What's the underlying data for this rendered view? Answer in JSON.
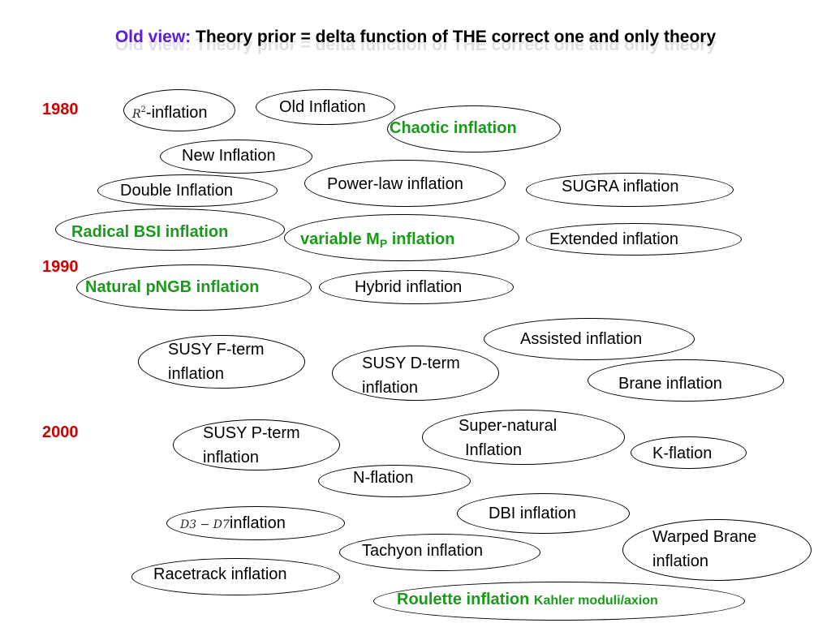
{
  "title": {
    "prefix": "Old view:",
    "main": " Theory prior = delta function of THE correct one and only theory",
    "prefix_color": "#5a1ee0"
  },
  "years": [
    "1980",
    "1990",
    "2000"
  ],
  "models": {
    "r2_symbol": "R",
    "r2_exp": "2",
    "r2_suffix": "-inflation",
    "old": "Old Inflation",
    "chaotic": "Chaotic inflation",
    "new": "New Inflation",
    "powerlaw": "Power-law inflation",
    "double": "Double Inflation",
    "sugra": "SUGRA inflation",
    "radical": "Radical BSI inflation",
    "variable_pre": "variable M",
    "variable_sub": "P",
    "variable_post": " inflation",
    "extended": "Extended inflation",
    "natural": "Natural pNGB inflation",
    "hybrid": "Hybrid inflation",
    "assisted": "Assisted inflation",
    "fterm_1": "SUSY F-term",
    "fterm_2": "inflation",
    "dterm_1": "SUSY D-term",
    "dterm_2": "inflation",
    "brane": "Brane inflation",
    "supernatural_1": "Super-natural",
    "supernatural_2": "Inflation",
    "pterm_1": "SUSY P-term",
    "pterm_2": "inflation",
    "kflation": "K-flation",
    "nflation": "N-flation",
    "dbi": "DBI inflation",
    "d3d7_symbol": "D3 − D7",
    "d3d7_suffix": "inflation",
    "tachyon": "Tachyon inflation",
    "warped_1": "Warped Brane",
    "warped_2": "inflation",
    "racetrack": "Racetrack inflation",
    "roulette": "Roulette inflation",
    "roulette_note": "Kahler moduli/axion"
  },
  "colors": {
    "year": "#cc0000",
    "highlight": "#1a9a1a"
  }
}
